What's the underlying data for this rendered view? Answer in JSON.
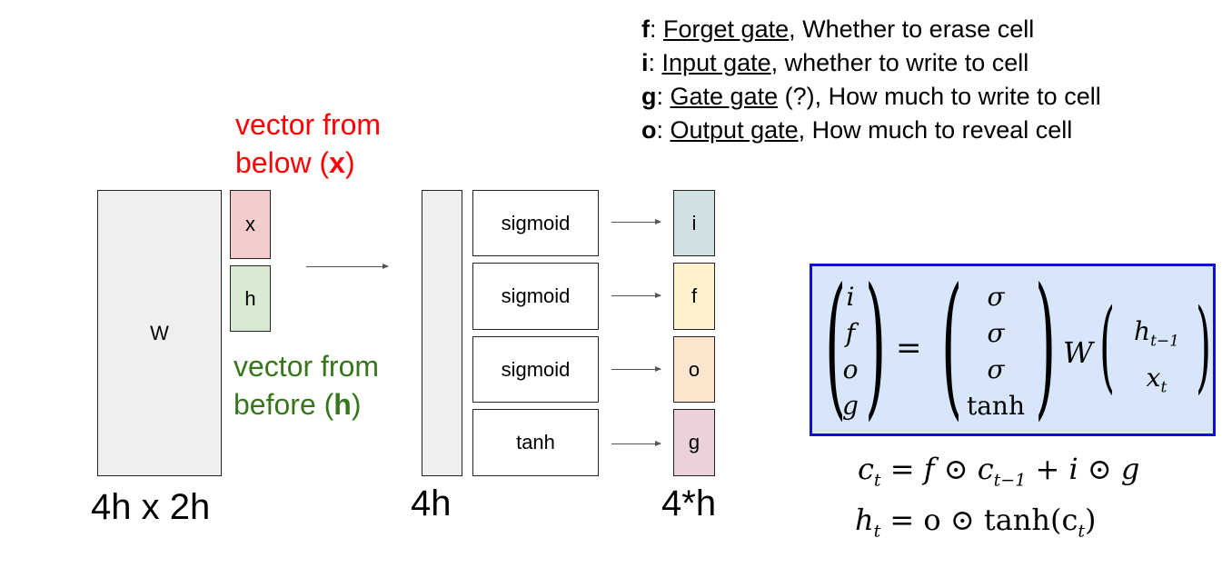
{
  "legend": [
    {
      "letter": "f",
      "name": "Forget gate",
      "desc": ", Whether to erase cell"
    },
    {
      "letter": "i",
      "name": "Input gate",
      "desc": ", whether to write to cell"
    },
    {
      "letter": "g",
      "name": "Gate gate",
      "desc": " (?), How much to write to cell"
    },
    {
      "letter": "o",
      "name": "Output gate",
      "desc": ", How much to reveal cell"
    }
  ],
  "weight": {
    "label": "W",
    "dims": "4h x 2h"
  },
  "inputs": {
    "x_label": "x",
    "h_label": "h",
    "x_note_line1": "vector from",
    "x_note_line2_pre": "below (",
    "x_note_var": "x",
    "x_note_line2_post": ")",
    "h_note_line1": "vector from",
    "h_note_line2_pre": "before (",
    "h_note_var": "h",
    "h_note_line2_post": ")"
  },
  "product": {
    "dims": "4h"
  },
  "activations": [
    "sigmoid",
    "sigmoid",
    "sigmoid",
    "tanh"
  ],
  "gates": {
    "labels": [
      "i",
      "f",
      "o",
      "g"
    ],
    "dims": "4*h"
  },
  "equation": {
    "lhs": [
      "i",
      "f",
      "o",
      "g"
    ],
    "equals": "=",
    "rhs_funcs": [
      "σ",
      "σ",
      "σ",
      "tanh"
    ],
    "weight": "W",
    "stack_top": "h",
    "stack_top_sub": "t−1",
    "stack_bottom": "x",
    "stack_bottom_sub": "t"
  },
  "formulas": {
    "c_lhs": "c",
    "c_lhs_sub": "t",
    "c_rhs": " = f ⊙ c",
    "c_rhs_sub": "t−1",
    "c_rhs_tail": " + i ⊙ g",
    "h_lhs": "h",
    "h_lhs_sub": "t",
    "h_rhs": " = o ⊙ tanh(c",
    "h_rhs_sub": "t",
    "h_rhs_tail": ")"
  },
  "colors": {
    "x_box": "#f4cccc",
    "h_box": "#d9ead3",
    "i_box": "#d0e0e3",
    "f_box": "#fff2cc",
    "o_box": "#fce5cd",
    "g_box": "#ead1dc",
    "matrix_fill": "#efefef",
    "red_text": "#ff0000",
    "green_text": "#38761d",
    "eq_border": "#1010d0",
    "eq_fill": "#d7e6fb"
  }
}
